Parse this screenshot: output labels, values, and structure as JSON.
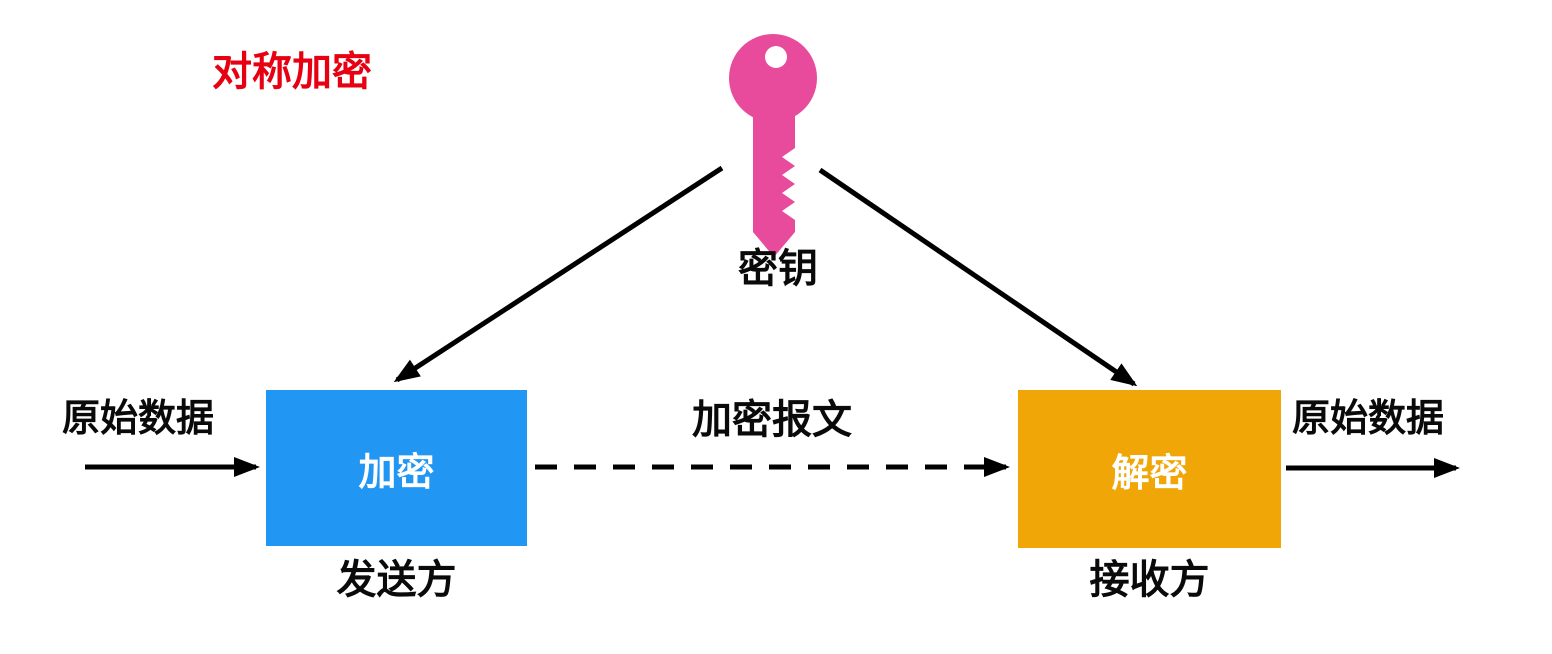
{
  "title": {
    "text": "对称加密",
    "color": "#e60012"
  },
  "key": {
    "label": "密钥",
    "icon": "key-icon",
    "color": "#e84a9c"
  },
  "sender": {
    "box_label": "加密",
    "caption": "发送方",
    "box_color": "#2196f3"
  },
  "receiver": {
    "box_label": "解密",
    "caption": "接收方",
    "box_color": "#f1a608"
  },
  "flows": {
    "input_label": "原始数据",
    "channel_label": "加密报文",
    "output_label": "原始数据"
  },
  "colors": {
    "line_black": "#000000",
    "box_text_white": "#ffffff"
  }
}
